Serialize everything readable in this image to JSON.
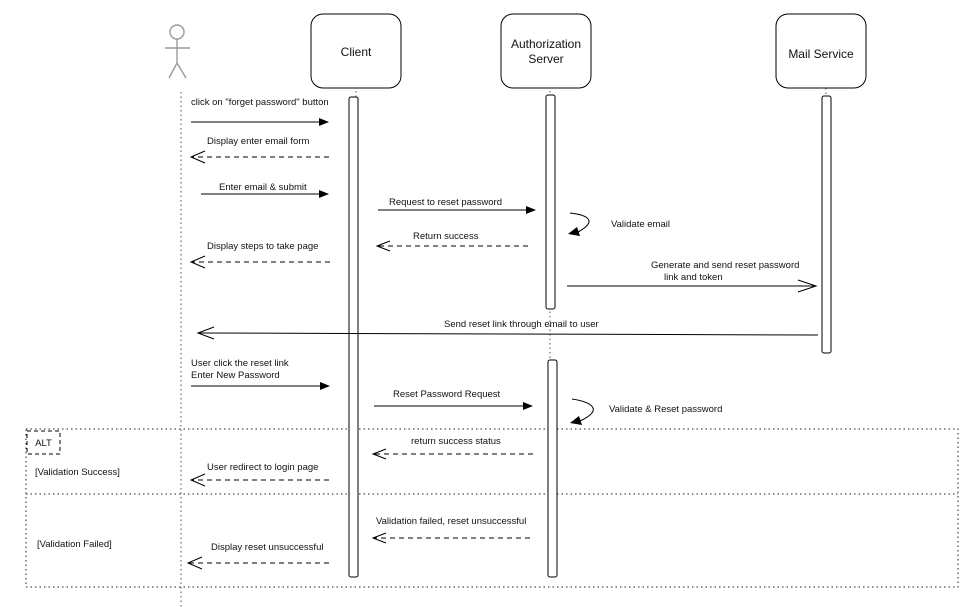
{
  "participants": [
    {
      "id": "user",
      "kind": "actor",
      "label": ""
    },
    {
      "id": "client",
      "kind": "box",
      "label": [
        "Client"
      ]
    },
    {
      "id": "auth",
      "kind": "box",
      "label": [
        "Authorization",
        "Server"
      ]
    },
    {
      "id": "mail",
      "kind": "box",
      "label": [
        "Mail Service"
      ]
    }
  ],
  "messages": [
    {
      "from": "user",
      "to": "client",
      "style": "solid",
      "label": [
        "click on \"forget password\" button"
      ]
    },
    {
      "from": "client",
      "to": "user",
      "style": "dashed",
      "label": [
        "Display enter email form"
      ]
    },
    {
      "from": "user",
      "to": "client",
      "style": "solid",
      "label": [
        "Enter email & submit"
      ]
    },
    {
      "from": "client",
      "to": "auth",
      "style": "solid",
      "label": [
        "Request to reset password"
      ]
    },
    {
      "from": "auth",
      "to": "auth",
      "style": "self",
      "label": [
        "Validate email"
      ]
    },
    {
      "from": "auth",
      "to": "client",
      "style": "dashed",
      "label": [
        "Return success"
      ]
    },
    {
      "from": "client",
      "to": "user",
      "style": "dashed",
      "label": [
        "Display steps to take page"
      ]
    },
    {
      "from": "auth",
      "to": "mail",
      "style": "solid-open",
      "label": [
        "Generate and send reset password",
        " link and token"
      ]
    },
    {
      "from": "mail",
      "to": "user",
      "style": "solid-open",
      "label": [
        "Send reset link through email to user"
      ]
    },
    {
      "from": "user",
      "to": "client",
      "style": "solid",
      "label": [
        "User click the reset link",
        "Enter New Password"
      ]
    },
    {
      "from": "client",
      "to": "auth",
      "style": "solid",
      "label": [
        "Reset Password Request"
      ]
    },
    {
      "from": "auth",
      "to": "auth",
      "style": "self",
      "label": [
        "Validate & Reset password"
      ]
    },
    {
      "from": "auth",
      "to": "client",
      "style": "dashed",
      "label": [
        "return success status"
      ]
    },
    {
      "from": "client",
      "to": "user",
      "style": "dashed",
      "label": [
        "User redirect to login page"
      ]
    },
    {
      "from": "auth",
      "to": "client",
      "style": "dashed",
      "label": [
        "Validation failed, reset unsuccessful"
      ]
    },
    {
      "from": "client",
      "to": "user",
      "style": "dashed",
      "label": [
        "Display reset unsuccessful"
      ]
    }
  ],
  "alt_frame": {
    "tag": "ALT",
    "guards": [
      "[Validation Success]",
      "[Validation Failed]"
    ]
  }
}
